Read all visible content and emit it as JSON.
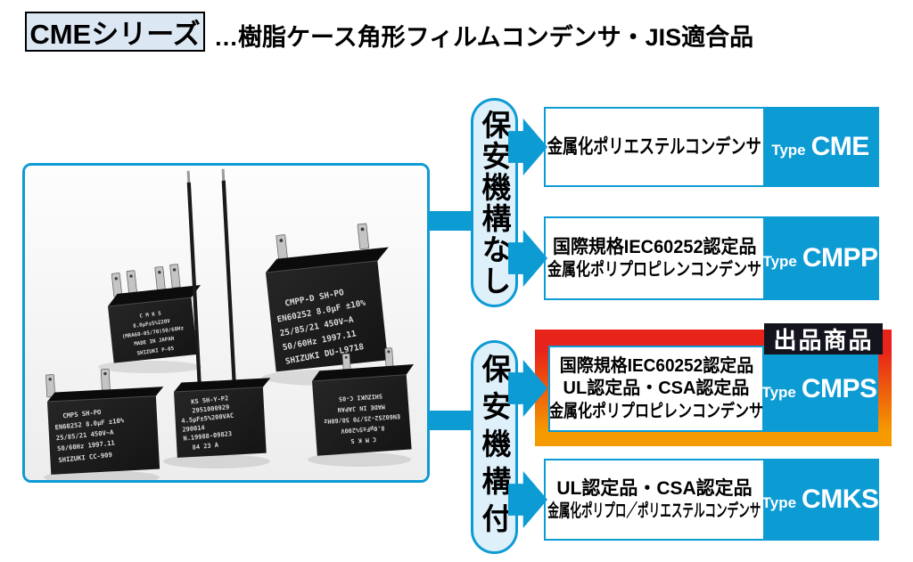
{
  "header": {
    "series_label": "CMEシリーズ",
    "description": "…樹脂ケース角形フィルムコンデンサ・JIS適合品"
  },
  "photo": {
    "capacitors": [
      {
        "id": "cmks-four-terminal",
        "lines": [
          "C M K S",
          "8.0μF±5%220V",
          "(MRA60-05/70)50/60Hz",
          "MADE IN JAPAN",
          "SHIZUKI P-05"
        ]
      },
      {
        "id": "lead-wire-type",
        "lines": [
          "KS 5H-Y-P2",
          "2951000929",
          "4.5μF±5%200VAC",
          "290014",
          "N.19988-09823",
          "84  23  A"
        ]
      },
      {
        "id": "cmpp-large",
        "lines": [
          "CMPP-D SH-PO",
          "EN60252 8.0μF ±10%",
          "25/85/21 450V~A",
          "50/60Hz  1997.11",
          "SHIZUKI DU-L9718"
        ]
      },
      {
        "id": "cmps-small",
        "lines": [
          "CMPS SH-PO",
          "EN60252 8.0μF ±10%",
          "25/85/21 450V~A",
          "50/60Hz 1997.11",
          "SHIZUKI CC-909"
        ]
      },
      {
        "id": "cmks-inverted",
        "lines": [
          "C M K S",
          "8.0μF±5%200V",
          "EN60252-25/70 50/60Hz",
          "MADE IN JAPAN",
          "SHIZUKI C-05"
        ]
      }
    ]
  },
  "branches": [
    {
      "label": "保安機構なし"
    },
    {
      "label": "保安機構付"
    }
  ],
  "products": [
    {
      "lines": [
        "金属化ポリエステルコンデンサ"
      ],
      "type_prefix": "Type",
      "type_name": "CME"
    },
    {
      "lines": [
        "国際規格IEC60252認定品",
        "金属化ポリプロピレンコンデンサ"
      ],
      "type_prefix": "Type",
      "type_name": "CMPP"
    },
    {
      "lines": [
        "国際規格IEC60252認定品",
        "UL認定品・CSA認定品",
        "金属化ポリプロピレンコンデンサ"
      ],
      "type_prefix": "Type",
      "type_name": "CMPS",
      "badge": "出品商品"
    },
    {
      "lines": [
        "UL認定品・CSA認定品",
        "金属化ポリプロ／ポリエステルコンデンサ"
      ],
      "type_prefix": "Type",
      "type_name": "CMKS"
    }
  ],
  "colors": {
    "cyan": "#0d9bd4",
    "capsule-bg": "#def0fa",
    "title-bg": "#dbe7f3",
    "highlight-red": "#e8231a",
    "highlight-orange": "#f59b00",
    "badge-bg": "#14141e"
  }
}
